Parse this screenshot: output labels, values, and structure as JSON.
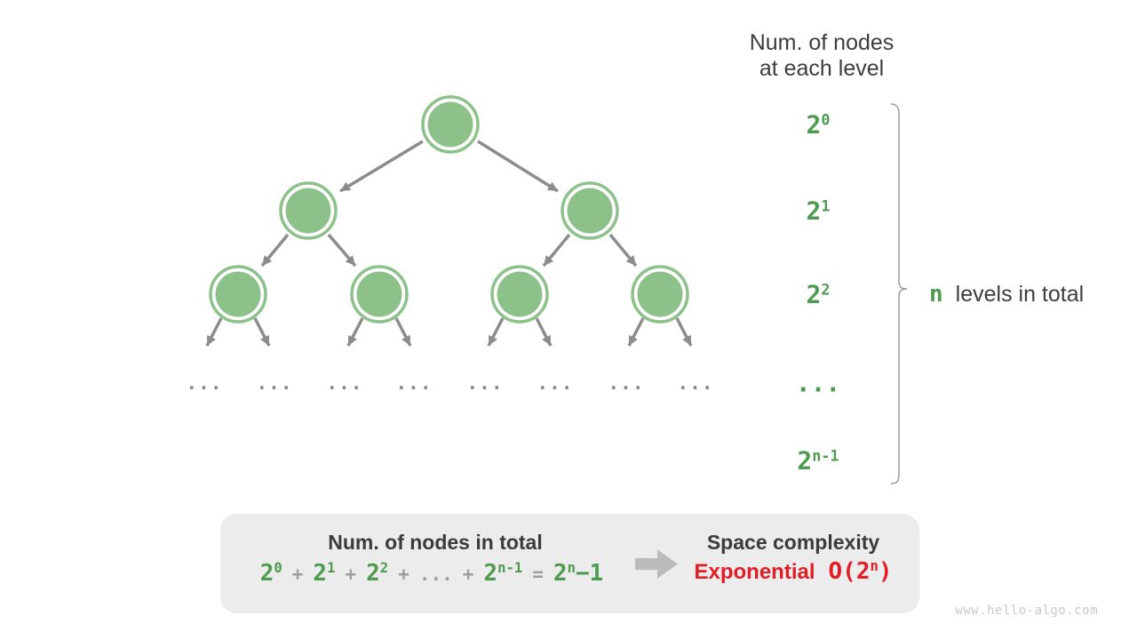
{
  "header": {
    "line1": "Num. of nodes",
    "line2": "at each level"
  },
  "tree": {
    "ellipsis": "..."
  },
  "levels": [
    {
      "base": "2",
      "sup": "0"
    },
    {
      "base": "2",
      "sup": "1"
    },
    {
      "base": "2",
      "sup": "2"
    },
    {
      "base": "...",
      "sup": ""
    },
    {
      "base": "2",
      "sup": "n-1"
    }
  ],
  "brace_note": {
    "n": "n",
    "label": "levels in total"
  },
  "summary": {
    "left_title": "Num. of nodes in total",
    "formula": [
      {
        "base": "2",
        "sup": "0",
        "tail": "",
        "color": "green"
      },
      {
        "base": "+",
        "sup": "",
        "tail": "",
        "color": "gray"
      },
      {
        "base": "2",
        "sup": "1",
        "tail": "",
        "color": "green"
      },
      {
        "base": "+",
        "sup": "",
        "tail": "",
        "color": "gray"
      },
      {
        "base": "2",
        "sup": "2",
        "tail": "",
        "color": "green"
      },
      {
        "base": "+",
        "sup": "",
        "tail": "",
        "color": "gray"
      },
      {
        "base": "...",
        "sup": "",
        "tail": "",
        "color": "gray"
      },
      {
        "base": "+",
        "sup": "",
        "tail": "",
        "color": "gray"
      },
      {
        "base": "2",
        "sup": "n-1",
        "tail": "",
        "color": "green"
      },
      {
        "base": "=",
        "sup": "",
        "tail": "",
        "color": "gray"
      },
      {
        "base": "2",
        "sup": "n",
        "tail": "−1",
        "color": "green"
      }
    ],
    "right_title": "Space complexity",
    "complexity_name": "Exponential",
    "complexity_big_o": {
      "base": "O(2",
      "sup": "n",
      "tail": ")"
    }
  },
  "watermark": "www.hello-algo.com",
  "colors": {
    "node_green": "#8cc28a",
    "text_green": "#4e9b50",
    "arrow_gray": "#8c8c8c",
    "text_dark": "#3d3d3d",
    "operator_gray": "#9e9e9e",
    "complexity_red": "#e11d25",
    "box_bg": "#ececec"
  }
}
